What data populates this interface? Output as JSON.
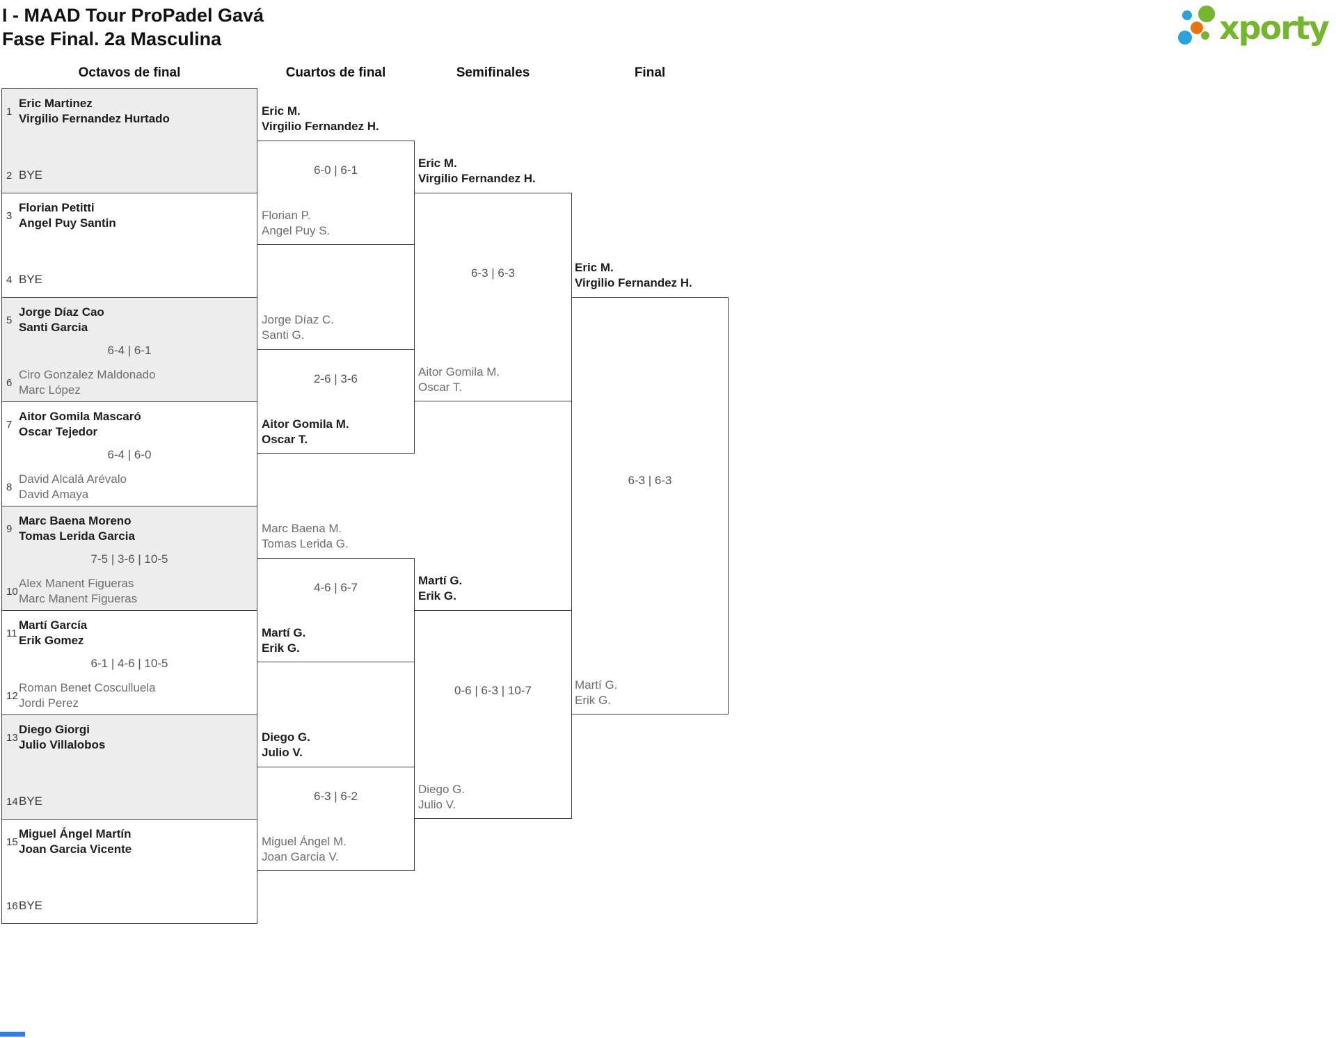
{
  "header": {
    "title_line1": "I - MAAD Tour ProPadel Gavá",
    "title_line2": "Fase Final. 2a Masculina",
    "logo_text": "xporty",
    "logo_colors": {
      "green": "#74b62c",
      "blue": "#29a3dd",
      "orange": "#e8740e"
    }
  },
  "round_headers": [
    "Octavos de final",
    "Cuartos de final",
    "Semifinales",
    "Final"
  ],
  "r16": [
    {
      "seed_top": "1",
      "top": [
        "Eric Martinez",
        "Virgilio Fernandez Hurtado"
      ],
      "score": "",
      "seed_bot": "2",
      "bot": [
        "BYE"
      ]
    },
    {
      "seed_top": "3",
      "top": [
        "Florian Petitti",
        "Angel Puy Santin"
      ],
      "score": "",
      "seed_bot": "4",
      "bot": [
        "BYE"
      ]
    },
    {
      "seed_top": "5",
      "top": [
        "Jorge Díaz Cao",
        "Santi Garcia"
      ],
      "score": "6-4 | 6-1",
      "seed_bot": "6",
      "bot": [
        "Ciro Gonzalez Maldonado",
        "Marc López"
      ]
    },
    {
      "seed_top": "7",
      "top": [
        "Aitor Gomila Mascaró",
        "Oscar Tejedor"
      ],
      "score": "6-4 | 6-0",
      "seed_bot": "8",
      "bot": [
        "David Alcalá Arévalo",
        "David Amaya"
      ]
    },
    {
      "seed_top": "9",
      "top": [
        "Marc Baena Moreno",
        "Tomas Lerida Garcia"
      ],
      "score": "7-5 | 3-6 | 10-5",
      "seed_bot": "10",
      "bot": [
        "Alex Manent Figueras",
        "Marc Manent Figueras"
      ]
    },
    {
      "seed_top": "11",
      "top": [
        "Martí García",
        "Erik Gomez"
      ],
      "score": "6-1 | 4-6 | 10-5",
      "seed_bot": "12",
      "bot": [
        "Roman Benet Cosculluela",
        "Jordi Perez"
      ]
    },
    {
      "seed_top": "13",
      "top": [
        "Diego Giorgi",
        "Julio Villalobos"
      ],
      "score": "",
      "seed_bot": "14",
      "bot": [
        "BYE"
      ]
    },
    {
      "seed_top": "15",
      "top": [
        "Miguel Ángel Martín",
        "Joan Garcia Vicente"
      ],
      "score": "",
      "seed_bot": "16",
      "bot": [
        "BYE"
      ]
    }
  ],
  "qf": [
    {
      "score": "6-0 | 6-1"
    },
    {
      "score": "2-6 | 3-6"
    },
    {
      "score": "4-6 | 6-7"
    },
    {
      "score": "6-3 | 6-2"
    }
  ],
  "sf": [
    {
      "score": "6-3 | 6-3"
    },
    {
      "score": "0-6 | 6-3 | 10-7"
    }
  ],
  "final": {
    "score": "6-3 | 6-3"
  },
  "adv_qf": [
    {
      "l1": "Eric M.",
      "l2": "Virgilio Fernandez H.",
      "result": "winner"
    },
    {
      "l1": "Florian P.",
      "l2": "Angel Puy S.",
      "result": "loser"
    },
    {
      "l1": "Jorge Díaz C.",
      "l2": "Santi G.",
      "result": "loser"
    },
    {
      "l1": "Aitor Gomila M.",
      "l2": "Oscar T.",
      "result": "winner"
    },
    {
      "l1": "Marc Baena M.",
      "l2": "Tomas Lerida G.",
      "result": "loser"
    },
    {
      "l1": "Martí G.",
      "l2": "Erik G.",
      "result": "winner"
    },
    {
      "l1": "Diego G.",
      "l2": "Julio V.",
      "result": "winner"
    },
    {
      "l1": "Miguel Ángel M.",
      "l2": "Joan Garcia V.",
      "result": "loser"
    }
  ],
  "adv_sf": [
    {
      "l1": "Eric M.",
      "l2": "Virgilio Fernandez H.",
      "result": "winner"
    },
    {
      "l1": "Aitor Gomila M.",
      "l2": "Oscar T.",
      "result": "loser"
    },
    {
      "l1": "Martí G.",
      "l2": "Erik G.",
      "result": "winner"
    },
    {
      "l1": "Diego G.",
      "l2": "Julio V.",
      "result": "loser"
    }
  ],
  "adv_final": [
    {
      "l1": "Eric M.",
      "l2": "Virgilio Fernandez H.",
      "result": "winner"
    },
    {
      "l1": "Martí G.",
      "l2": "Erik G.",
      "result": "loser"
    }
  ]
}
